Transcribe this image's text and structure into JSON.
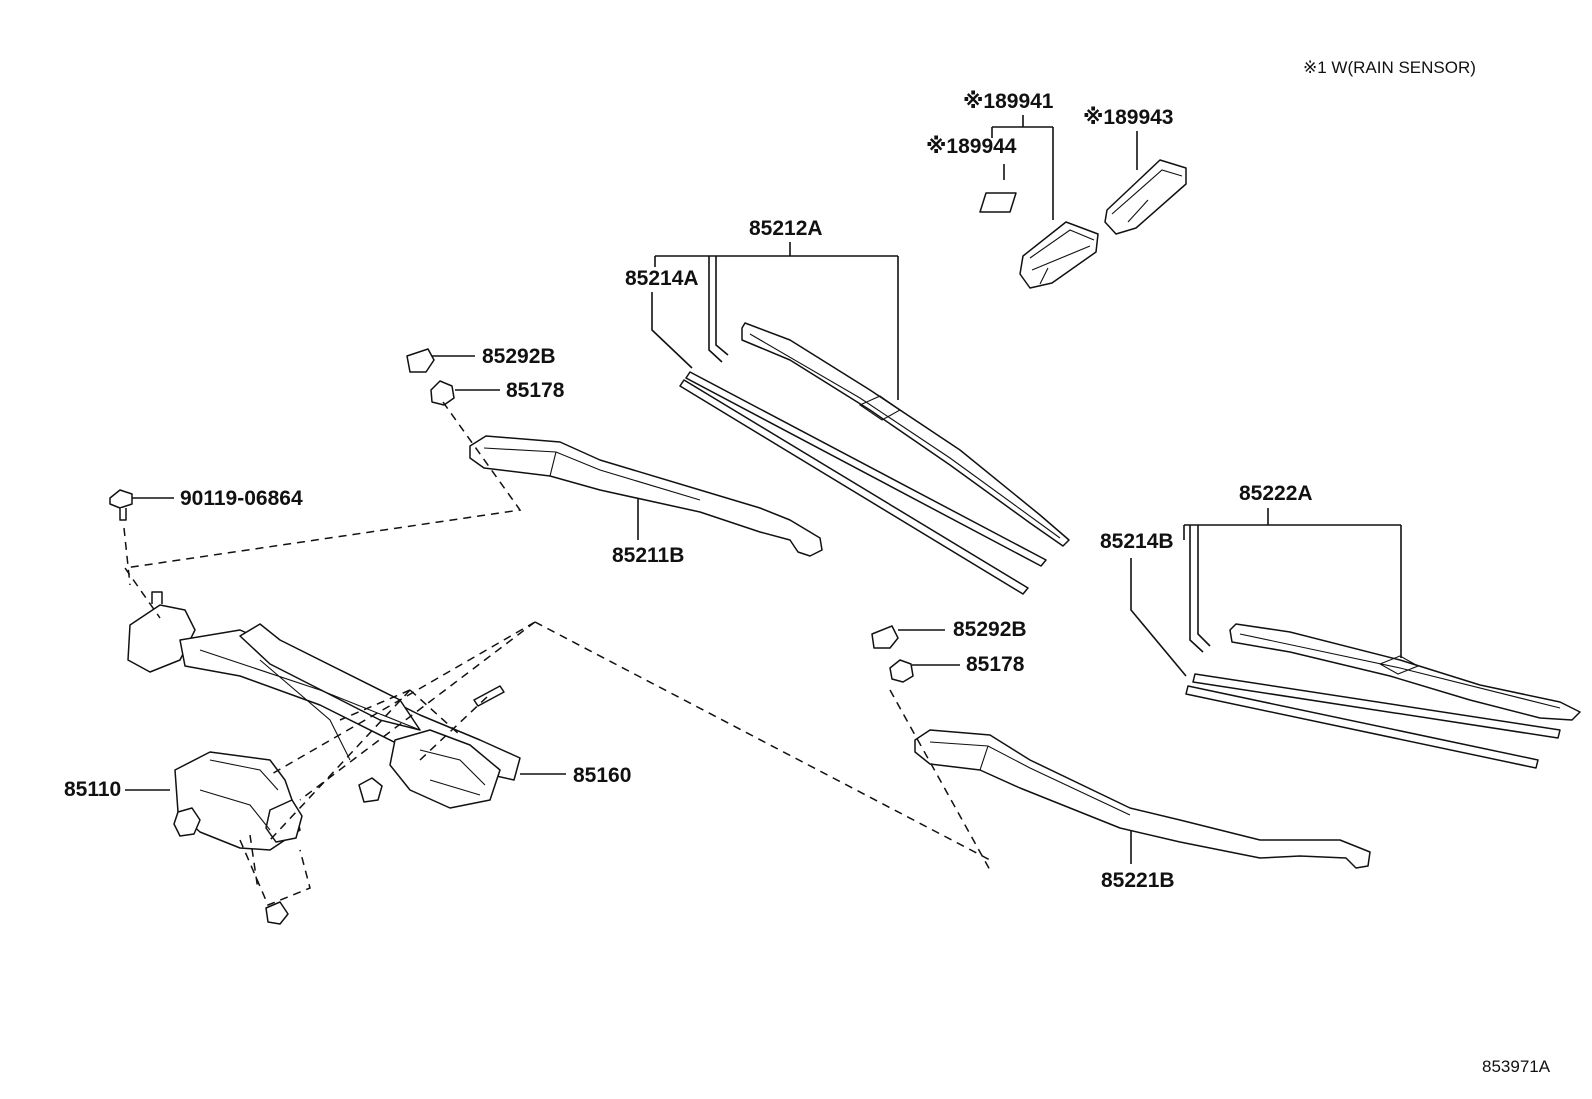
{
  "note": "※1 W(RAIN SENSOR)",
  "figure_id": "853971A",
  "labels": {
    "p89941": "※189941",
    "p89943": "※189943",
    "p89944": "※189944",
    "p85212A": "85212A",
    "p85214A": "85214A",
    "p85292B_a": "85292B",
    "p85178_a": "85178",
    "p90119": "90119-06864",
    "p85211B": "85211B",
    "p85222A": "85222A",
    "p85214B": "85214B",
    "p85292B_b": "85292B",
    "p85178_b": "85178",
    "p85110": "85110",
    "p85160": "85160",
    "p85221B": "85221B"
  }
}
